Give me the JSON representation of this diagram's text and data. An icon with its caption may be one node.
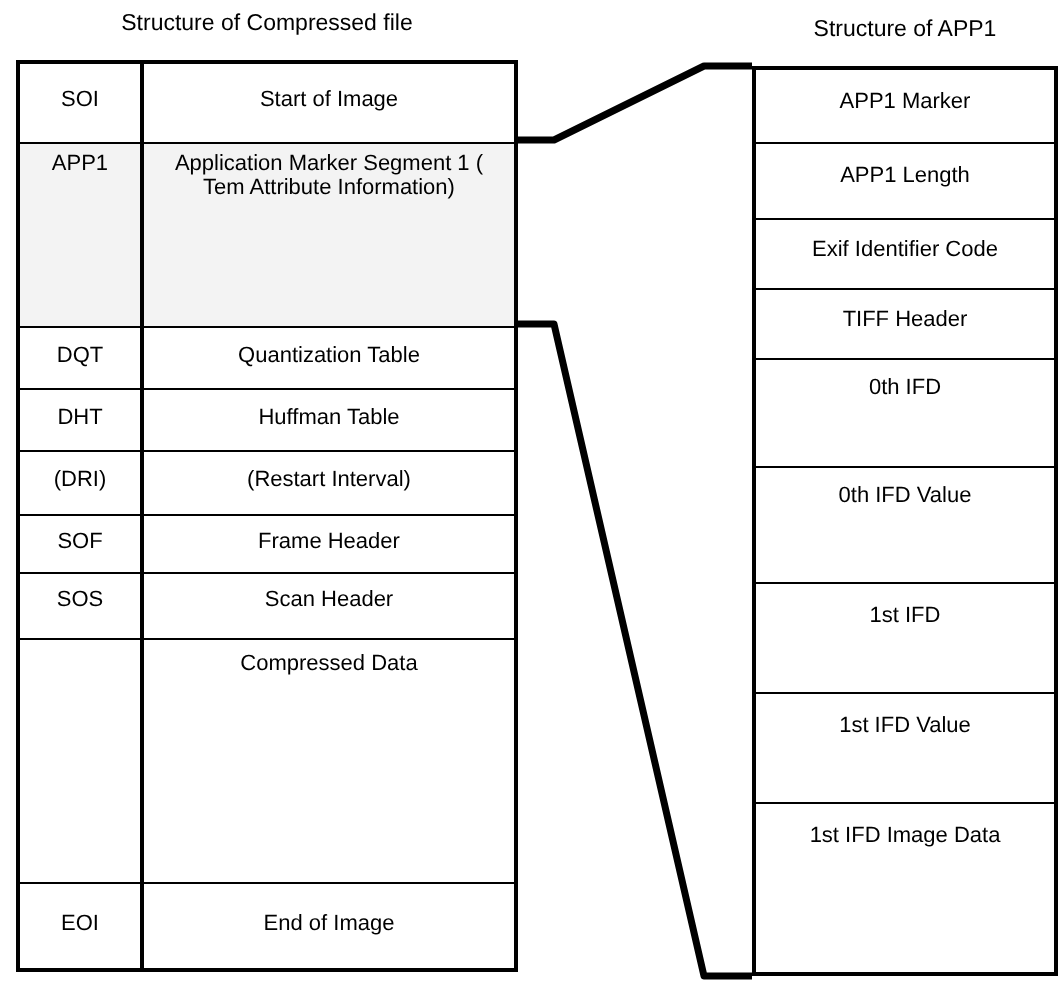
{
  "diagram": {
    "nodes": [
      {
        "text": [
          "Structure of Compressed file"
        ]
      },
      {
        "text": [
          "SOI",
          "Start of Image"
        ],
        "in": 0
      },
      {
        "text": [
          "APP1",
          "Application Marker Segment 1 ( Tem Attribute Information)"
        ],
        "in": 0
      },
      {
        "text": [
          "DQT",
          "Quantization Table"
        ],
        "in": 0
      },
      {
        "text": [
          "DHT",
          "Huffman Table"
        ],
        "in": 0
      },
      {
        "text": [
          "(DRI)",
          "(Restart Interval)"
        ],
        "in": 0
      },
      {
        "text": [
          "SOF",
          "Frame Header"
        ],
        "in": 0
      },
      {
        "text": [
          "SOS",
          "Scan Header"
        ],
        "in": 0
      },
      {
        "text": [
          "Compressed Data"
        ],
        "in": 0
      },
      {
        "text": [
          "EOI",
          "End of Image"
        ],
        "in": 0
      },
      {
        "text": [
          "Structure of APP1"
        ]
      },
      {
        "text": [
          "APP1 Marker"
        ],
        "in": 10
      },
      {
        "text": [
          "APP1 Length"
        ],
        "in": 10
      },
      {
        "text": [
          "Exif Identifier Code"
        ],
        "in": 10
      },
      {
        "text": [
          "TIFF Header"
        ],
        "in": 10
      },
      {
        "text": [
          "0th IFD"
        ],
        "in": 10
      },
      {
        "text": [
          "0th IFD Value"
        ],
        "in": 10
      },
      {
        "text": [
          "1st IFD"
        ],
        "in": 10
      },
      {
        "text": [
          "1st IFD Value"
        ],
        "in": 10
      },
      {
        "text": [
          "1st IFD Image Data"
        ],
        "in": 10
      }
    ],
    "edges": [
      {
        "from": 2,
        "to": 10,
        "arrow": "none"
      },
      {
        "from": 2,
        "to": 10,
        "arrow": "none"
      }
    ]
  }
}
